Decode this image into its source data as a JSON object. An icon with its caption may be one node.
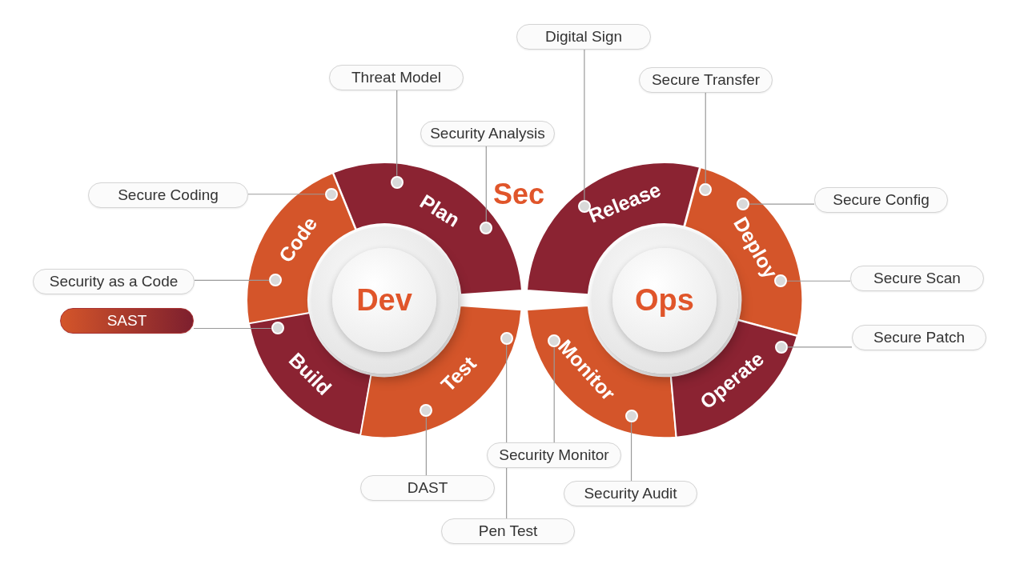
{
  "diagram": {
    "nodes": [
      {
        "text": [
          "Digital Sign"
        ]
      },
      {
        "text": [
          "Threat Model"
        ]
      },
      {
        "text": [
          "Secure Transfer"
        ]
      },
      {
        "text": [
          "Security Analysis"
        ]
      },
      {
        "text": [
          "Secure Coding"
        ]
      },
      {
        "text": [
          "Secure Config"
        ]
      },
      {
        "text": [
          "Security as a Code"
        ]
      },
      {
        "text": [
          "Secure Scan"
        ]
      },
      {
        "text": [
          "SAST"
        ]
      },
      {
        "text": [
          "Secure Patch"
        ]
      },
      {
        "text": [
          "Security Monitor"
        ]
      },
      {
        "text": [
          "DAST"
        ]
      },
      {
        "text": [
          "Security Audit"
        ]
      },
      {
        "text": [
          "Pen Test"
        ]
      },
      {
        "text": [
          "Plan"
        ]
      },
      {
        "text": [
          "Release"
        ]
      },
      {
        "text": [
          "Deploy"
        ]
      },
      {
        "text": [
          "Code"
        ]
      },
      {
        "text": [
          "Build"
        ]
      },
      {
        "text": [
          "Test"
        ]
      },
      {
        "text": [
          "Monitor"
        ]
      },
      {
        "text": [
          "Operate"
        ]
      },
      {
        "text": [
          "Dev"
        ]
      },
      {
        "text": [
          "Ops"
        ]
      },
      {
        "text": [],
        "shape": "circle",
        "in": 15
      },
      {
        "text": [],
        "shape": "circle",
        "in": 14
      },
      {
        "text": [],
        "shape": "circle",
        "in": 16
      },
      {
        "text": [],
        "shape": "circle",
        "in": 14
      },
      {
        "text": [],
        "shape": "circle",
        "in": 17
      },
      {
        "text": [],
        "shape": "circle",
        "in": 16
      },
      {
        "text": [],
        "shape": "circle",
        "in": 17
      },
      {
        "text": [],
        "shape": "circle",
        "in": 16
      },
      {
        "text": [],
        "shape": "circle",
        "in": 18
      },
      {
        "text": [],
        "shape": "circle",
        "in": 21
      },
      {
        "text": [],
        "shape": "circle",
        "in": 20
      },
      {
        "text": [],
        "shape": "circle",
        "in": 19
      },
      {
        "text": [],
        "shape": "circle",
        "in": 20
      },
      {
        "text": [],
        "shape": "circle",
        "in": 19
      }
    ],
    "edges": [
      {
        "from": 0,
        "to": 24,
        "arrow": "none"
      },
      {
        "from": 1,
        "to": 25,
        "arrow": "none"
      },
      {
        "from": 2,
        "to": 26,
        "arrow": "none"
      },
      {
        "from": 3,
        "to": 27,
        "arrow": "none"
      },
      {
        "from": 4,
        "to": 28,
        "arrow": "none"
      },
      {
        "from": 5,
        "to": 29,
        "arrow": "none"
      },
      {
        "from": 6,
        "to": 30,
        "arrow": "none"
      },
      {
        "from": 7,
        "to": 31,
        "arrow": "none"
      },
      {
        "from": 8,
        "to": 32,
        "arrow": "none"
      },
      {
        "from": 9,
        "to": 33,
        "arrow": "none"
      },
      {
        "from": 10,
        "to": 34,
        "arrow": "none"
      },
      {
        "from": 11,
        "to": 35,
        "arrow": "none"
      },
      {
        "from": 12,
        "to": 36,
        "arrow": "none"
      },
      {
        "from": 13,
        "to": 37,
        "arrow": "none"
      }
    ],
    "labels": [
      "Sec"
    ]
  }
}
